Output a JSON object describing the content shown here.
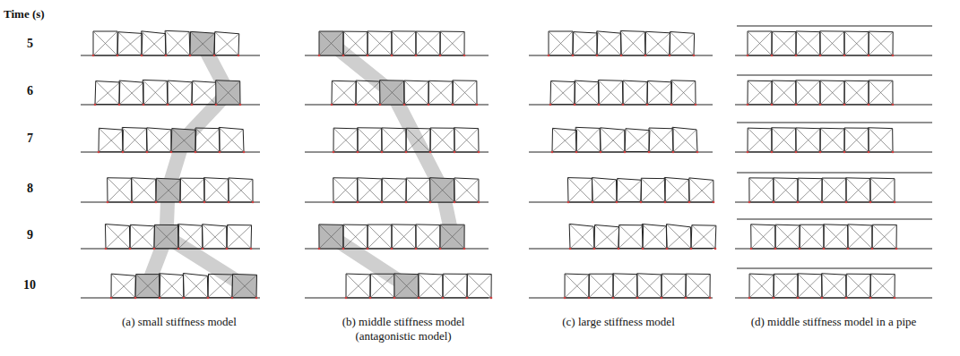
{
  "diagram": {
    "labels": [
      "Time (s)",
      "5",
      "6",
      "7",
      "8",
      "9",
      "10",
      "(a) small stiffness model",
      "(b) middle stiffness model (antagonistic model)",
      "(c) large stiffness model",
      "(d) middle stiffness model in a pipe"
    ]
  }
}
